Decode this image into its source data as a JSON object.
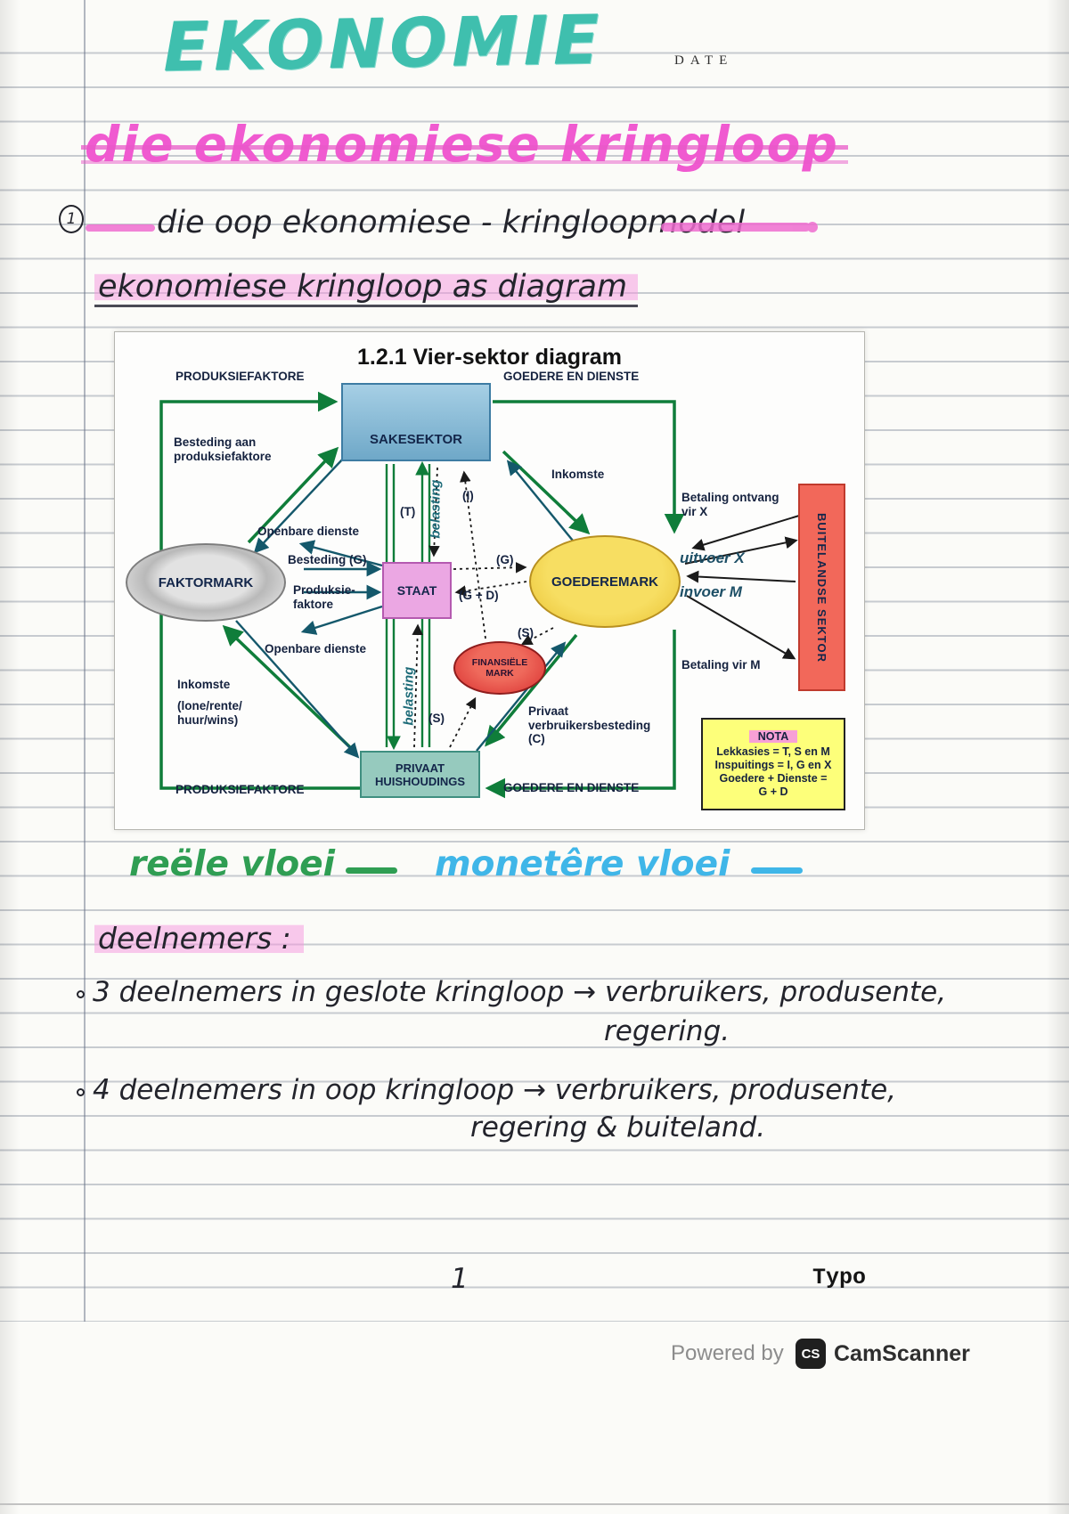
{
  "page": {
    "title": "EKONOMIE",
    "date_label": "DATE",
    "subtitle": "die ekonomiese kringloop",
    "circle_number": "1",
    "line1": "die oop ekonomiese - kringloopmodel",
    "line2": "ekonomiese kringloop as diagram",
    "page_number": "1",
    "typo": "Typo"
  },
  "diagram": {
    "title": "1.2.1 Vier-sektor diagram",
    "nodes": {
      "sakesektor": "SAKESEKTOR",
      "faktormark": "FAKTORMARK",
      "staat": "STAAT",
      "goederemark": "GOEDEREMARK",
      "finansiele_mark": "FINANSIËLE MARK",
      "privaat_huishoudings": "PRIVAAT HUISHOUDINGS",
      "buitelandse_sektor": "BUITELANDSE SEKTOR"
    },
    "labels": {
      "produksiefaktore_top": "PRODUKSIEFAKTORE",
      "goedere_en_dienste_top": "GOEDERE EN DIENSTE",
      "besteding_aan": "Besteding aan produksiefaktore",
      "inkomste_top": "Inkomste",
      "betaling_ontvang": "Betaling ontvang vir X",
      "t": "(T)",
      "i": "(I)",
      "belasting_top": "belasting",
      "openbare_dienste_top": "Openbare dienste",
      "besteding_g": "Besteding (G)",
      "g": "(G)",
      "uitvoer": "uitvoer X",
      "produksie_faktore": "Produksie-faktore",
      "g_d": "(G + D)",
      "invoer": "invoer M",
      "openbare_dienste_bottom": "Openbare dienste",
      "s_right": "(S)",
      "betaling_vir_m": "Betaling vir M",
      "inkomste_bottom": "Inkomste",
      "lone": "(lone/rente/ huur/wins)",
      "belasting_bottom": "belasting",
      "s_left": "(S)",
      "privaat_verbruikersbesteding": "Privaat verbruikersbesteding (C)",
      "produksiefaktore_bottom": "PRODUKSIEFAKTORE",
      "goedere_en_dienste_bottom": "GOEDERE EN DIENSTE"
    },
    "nota": {
      "title": "NOTA",
      "line1": "Lekkasies = T, S en M",
      "line2": "Inspuitings = I, G en X",
      "line3": "Goedere + Dienste =",
      "line4": "G + D"
    }
  },
  "legend": {
    "reele": "reële vloei",
    "monetere": "monetêre vloei"
  },
  "notes": {
    "heading": "deelnemers :",
    "bullet1_a": "3 deelnemers in geslote kringloop → verbruikers, produsente,",
    "bullet1_b": "regering.",
    "bullet2_a": "4 deelnemers in oop kringloop → verbruikers, produsente,",
    "bullet2_b": "regering & buiteland."
  },
  "footer": {
    "powered_by": "Powered by",
    "cs": "CS",
    "camscanner": "CamScanner"
  },
  "colors": {
    "title_teal": "#3fbfae",
    "subtitle_pink": "#f05ad0",
    "highlight_pink": "#f6a6de",
    "reele_green": "#0f7d3a",
    "monetere_dark": "#14586b",
    "legend_green": "#2f9e53",
    "legend_blue": "#3fb6e8",
    "sakesektor_blue": "#8fc0dc",
    "staat_pink": "#eba7e3",
    "goederemark_yellow": "#f0d050",
    "finmark_red": "#e04545",
    "privaat_teal": "#96cabe",
    "buitelandse_red": "#f2685a",
    "nota_yellow": "#fdff7a"
  }
}
